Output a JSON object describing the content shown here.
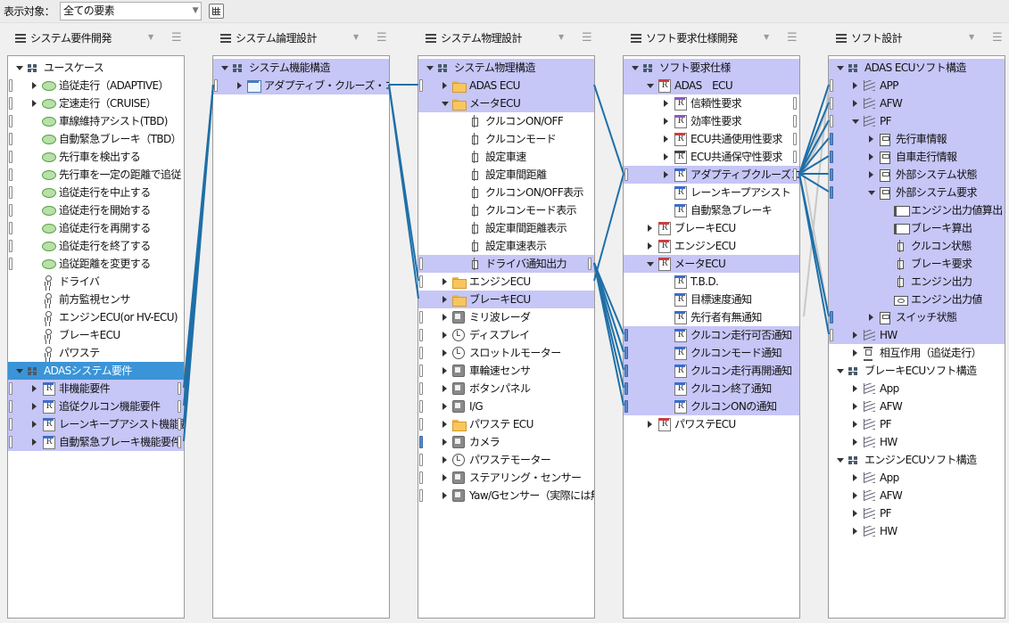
{
  "toolbar": {
    "label": "表示対象：",
    "filter_value": "全ての要素"
  },
  "columns": [
    {
      "title": "システム要件開発",
      "rows": [
        {
          "lv": 0,
          "tw": "e",
          "icon": "pkg",
          "label": "ユースケース"
        },
        {
          "lv": 1,
          "tw": "c",
          "icon": "oval",
          "label": "追従走行（ADAPTIVE）",
          "pin": "l"
        },
        {
          "lv": 1,
          "tw": "c",
          "icon": "oval",
          "label": "定速走行（CRUISE）",
          "pin": "l"
        },
        {
          "lv": 1,
          "icon": "oval",
          "label": "車線維持アシスト(TBD)",
          "pin": "l"
        },
        {
          "lv": 1,
          "icon": "oval",
          "label": "自動緊急ブレーキ（TBD）",
          "pin": "l"
        },
        {
          "lv": 1,
          "icon": "oval",
          "label": "先行車を検出する",
          "pin": "l"
        },
        {
          "lv": 1,
          "icon": "oval",
          "label": "先行車を一定の距離で追従",
          "pin": "l"
        },
        {
          "lv": 1,
          "icon": "oval",
          "label": "追従走行を中止する",
          "pin": "l"
        },
        {
          "lv": 1,
          "icon": "oval",
          "label": "追従走行を開始する",
          "pin": "l"
        },
        {
          "lv": 1,
          "icon": "oval",
          "label": "追従走行を再開する",
          "pin": "l"
        },
        {
          "lv": 1,
          "icon": "oval",
          "label": "追従走行を終了する",
          "pin": "l"
        },
        {
          "lv": 1,
          "icon": "oval",
          "label": "追従距離を変更する",
          "pin": "l"
        },
        {
          "lv": 1,
          "icon": "actor",
          "label": "ドライバ"
        },
        {
          "lv": 1,
          "icon": "actor",
          "label": "前方監視センサ"
        },
        {
          "lv": 1,
          "icon": "actor",
          "label": "エンジンECU(or HV-ECU)"
        },
        {
          "lv": 1,
          "icon": "actor",
          "label": "ブレーキECU"
        },
        {
          "lv": 1,
          "icon": "actor",
          "label": "パワステ"
        },
        {
          "lv": 0,
          "tw": "e",
          "icon": "pkg",
          "label": "ADASシステム要件",
          "sel": "blue"
        },
        {
          "lv": 1,
          "tw": "c",
          "icon": "req b",
          "label": "非機能要件",
          "pin": "lr",
          "sel": "1"
        },
        {
          "lv": 1,
          "tw": "c",
          "icon": "req b",
          "label": "追従クルコン機能要件",
          "pin": "lr",
          "sel": "1"
        },
        {
          "lv": 1,
          "tw": "c",
          "icon": "req b",
          "label": "レーンキープアシスト機能要件",
          "pin": "lr",
          "sel": "1"
        },
        {
          "lv": 1,
          "tw": "c",
          "icon": "req b",
          "label": "自動緊急ブレーキ機能要件",
          "pin": "lr",
          "sel": "1"
        }
      ]
    },
    {
      "title": "システム論理設計",
      "rows": [
        {
          "lv": 0,
          "tw": "e",
          "icon": "pkg",
          "label": "システム機能構造",
          "sel": "1"
        },
        {
          "lv": 1,
          "tw": "c",
          "icon": "func",
          "label": "アダプティブ・クルーズ・コントロール",
          "pin": "l",
          "sel": "1"
        }
      ]
    },
    {
      "title": "システム物理設計",
      "rows": [
        {
          "lv": 0,
          "tw": "e",
          "icon": "pkg",
          "label": "システム物理構造",
          "sel": "1"
        },
        {
          "lv": 1,
          "tw": "c",
          "icon": "folder",
          "label": "ADAS ECU",
          "pin": "l",
          "sel": "1"
        },
        {
          "lv": 1,
          "tw": "e",
          "icon": "folder",
          "label": "メータECU",
          "sel": "1"
        },
        {
          "lv": 2,
          "icon": "port",
          "label": "クルコンON/OFF"
        },
        {
          "lv": 2,
          "icon": "port",
          "label": "クルコンモード"
        },
        {
          "lv": 2,
          "icon": "port",
          "label": "設定車速"
        },
        {
          "lv": 2,
          "icon": "port",
          "label": "設定車間距離"
        },
        {
          "lv": 2,
          "icon": "port",
          "label": "クルコンON/OFF表示"
        },
        {
          "lv": 2,
          "icon": "port",
          "label": "クルコンモード表示"
        },
        {
          "lv": 2,
          "icon": "port",
          "label": "設定車間距離表示"
        },
        {
          "lv": 2,
          "icon": "port",
          "label": "設定車速表示"
        },
        {
          "lv": 2,
          "icon": "port",
          "label": "ドライバ通知出力",
          "pin": "lr",
          "sel": "1"
        },
        {
          "lv": 1,
          "tw": "c",
          "icon": "folder",
          "label": "エンジンECU",
          "pin": "l"
        },
        {
          "lv": 1,
          "tw": "c",
          "icon": "folder",
          "label": "ブレーキECU",
          "sel": "1"
        },
        {
          "lv": 1,
          "tw": "c",
          "icon": "node",
          "label": "ミリ波レーダ",
          "pin": "l"
        },
        {
          "lv": 1,
          "tw": "c",
          "icon": "disp",
          "label": "ディスプレイ",
          "pin": "l"
        },
        {
          "lv": 1,
          "tw": "c",
          "icon": "disp",
          "label": "スロットルモーター",
          "pin": "l"
        },
        {
          "lv": 1,
          "tw": "c",
          "icon": "node",
          "label": "車輪速センサ",
          "pin": "l"
        },
        {
          "lv": 1,
          "tw": "c",
          "icon": "node",
          "label": "ボタンパネル",
          "pin": "l"
        },
        {
          "lv": 1,
          "tw": "c",
          "icon": "node",
          "label": "I/G",
          "pin": "l"
        },
        {
          "lv": 1,
          "tw": "c",
          "icon": "folder",
          "label": "パワステ ECU",
          "pin": "l"
        },
        {
          "lv": 1,
          "tw": "c",
          "icon": "node",
          "label": "カメラ",
          "pin": "lf"
        },
        {
          "lv": 1,
          "tw": "c",
          "icon": "disp",
          "label": "パワステモーター",
          "pin": "l"
        },
        {
          "lv": 1,
          "tw": "c",
          "icon": "node",
          "label": "ステアリング・センサー",
          "pin": "l"
        },
        {
          "lv": 1,
          "tw": "c",
          "icon": "node",
          "label": "Yaw/Gセンサー（実際には無い）",
          "pin": "l"
        }
      ]
    },
    {
      "title": "ソフト要求仕様開発",
      "rows": [
        {
          "lv": 0,
          "tw": "e",
          "icon": "pkg",
          "label": "ソフト要求仕様",
          "sel": "1"
        },
        {
          "lv": 1,
          "tw": "e",
          "icon": "req",
          "label": "ADAS　ECU",
          "sel": "1"
        },
        {
          "lv": 2,
          "tw": "c",
          "icon": "req p",
          "label": "信頼性要求",
          "pin": "r"
        },
        {
          "lv": 2,
          "tw": "c",
          "icon": "req p",
          "label": "効率性要求",
          "pin": "r"
        },
        {
          "lv": 2,
          "tw": "c",
          "icon": "req",
          "label": "ECU共通使用性要求",
          "pin": "r"
        },
        {
          "lv": 2,
          "tw": "c",
          "icon": "req k",
          "label": "ECU共通保守性要求",
          "pin": "r"
        },
        {
          "lv": 2,
          "tw": "c",
          "icon": "req b",
          "label": "アダプティブクルーズコントロール",
          "pin": "lr",
          "sel": "1"
        },
        {
          "lv": 2,
          "icon": "req b",
          "label": "レーンキープアシスト"
        },
        {
          "lv": 2,
          "icon": "req b",
          "label": "自動緊急ブレーキ"
        },
        {
          "lv": 1,
          "tw": "c",
          "icon": "req",
          "label": "ブレーキECU"
        },
        {
          "lv": 1,
          "tw": "c",
          "icon": "req",
          "label": "エンジンECU"
        },
        {
          "lv": 1,
          "tw": "e",
          "icon": "req",
          "label": "メータECU",
          "sel": "1"
        },
        {
          "lv": 2,
          "icon": "req b",
          "label": "T.B.D."
        },
        {
          "lv": 2,
          "icon": "req b",
          "label": "目標速度通知"
        },
        {
          "lv": 2,
          "icon": "req b",
          "label": "先行者有無通知"
        },
        {
          "lv": 2,
          "icon": "req b",
          "label": "クルコン走行可否通知",
          "pin": "lf",
          "sel": "1"
        },
        {
          "lv": 2,
          "icon": "req b",
          "label": "クルコンモード通知",
          "pin": "lf",
          "sel": "1"
        },
        {
          "lv": 2,
          "icon": "req b",
          "label": "クルコン走行再開通知",
          "pin": "lf",
          "sel": "1"
        },
        {
          "lv": 2,
          "icon": "req b",
          "label": "クルコン終了通知",
          "pin": "lf",
          "sel": "1"
        },
        {
          "lv": 2,
          "icon": "req b",
          "label": "クルコンONの通知",
          "pin": "lf",
          "sel": "1"
        },
        {
          "lv": 1,
          "tw": "c",
          "icon": "req",
          "label": "パワステECU"
        }
      ]
    },
    {
      "title": "ソフト設計",
      "rows": [
        {
          "lv": 0,
          "tw": "e",
          "icon": "pkg",
          "label": "ADAS ECUソフト構造",
          "sel": "1"
        },
        {
          "lv": 1,
          "tw": "c",
          "icon": "coil",
          "label": "APP",
          "pin": "l",
          "sel": "1"
        },
        {
          "lv": 1,
          "tw": "c",
          "icon": "coil",
          "label": "AFW",
          "pin": "l",
          "sel": "1"
        },
        {
          "lv": 1,
          "tw": "e",
          "icon": "coil",
          "label": "PF",
          "pin": "l",
          "sel": "1"
        },
        {
          "lv": 2,
          "tw": "c",
          "icon": "sw",
          "label": "先行車情報",
          "pin": "lf",
          "sel": "1"
        },
        {
          "lv": 2,
          "tw": "c",
          "icon": "sw",
          "label": "自車走行情報",
          "pin": "lf",
          "sel": "1"
        },
        {
          "lv": 2,
          "tw": "c",
          "icon": "sw",
          "label": "外部システム状態",
          "pin": "lf",
          "sel": "1"
        },
        {
          "lv": 2,
          "tw": "e",
          "icon": "sw",
          "label": "外部システム要求",
          "pin": "lf",
          "sel": "1"
        },
        {
          "lv": 3,
          "icon": "block",
          "label": "エンジン出力値算出",
          "sel": "1"
        },
        {
          "lv": 3,
          "icon": "block",
          "label": "ブレーキ算出",
          "sel": "1"
        },
        {
          "lv": 3,
          "icon": "port",
          "label": "クルコン状態",
          "sel": "1"
        },
        {
          "lv": 3,
          "icon": "port",
          "label": "ブレーキ要求",
          "sel": "1"
        },
        {
          "lv": 3,
          "icon": "port",
          "label": "エンジン出力",
          "sel": "1"
        },
        {
          "lv": 3,
          "icon": "value",
          "label": "エンジン出力値",
          "sel": "1"
        },
        {
          "lv": 2,
          "tw": "c",
          "icon": "sw",
          "label": "スイッチ状態",
          "pin": "lf",
          "sel": "1"
        },
        {
          "lv": 1,
          "tw": "c",
          "icon": "coil",
          "label": "HW",
          "pin": "l",
          "sel": "1"
        },
        {
          "lv": 1,
          "tw": "c",
          "icon": "inter",
          "label": "相互作用（追従走行）"
        },
        {
          "lv": 0,
          "tw": "e",
          "icon": "pkg",
          "label": "ブレーキECUソフト構造"
        },
        {
          "lv": 1,
          "tw": "c",
          "icon": "coil",
          "label": "App"
        },
        {
          "lv": 1,
          "tw": "c",
          "icon": "coil",
          "label": "AFW"
        },
        {
          "lv": 1,
          "tw": "c",
          "icon": "coil",
          "label": "PF"
        },
        {
          "lv": 1,
          "tw": "c",
          "icon": "coil",
          "label": "HW"
        },
        {
          "lv": 0,
          "tw": "e",
          "icon": "pkg",
          "label": "エンジンECUソフト構造"
        },
        {
          "lv": 1,
          "tw": "c",
          "icon": "coil",
          "label": "App"
        },
        {
          "lv": 1,
          "tw": "c",
          "icon": "coil",
          "label": "AFW"
        },
        {
          "lv": 1,
          "tw": "c",
          "icon": "coil",
          "label": "PF"
        },
        {
          "lv": 1,
          "tw": "c",
          "icon": "coil",
          "label": "HW"
        }
      ]
    }
  ],
  "links": [
    {
      "from": [
        0,
        18
      ],
      "to": [
        1,
        1
      ]
    },
    {
      "from": [
        0,
        19
      ],
      "to": [
        1,
        1
      ]
    },
    {
      "from": [
        0,
        20
      ],
      "to": [
        1,
        1
      ]
    },
    {
      "from": [
        0,
        21
      ],
      "to": [
        1,
        1
      ]
    },
    {
      "from": [
        1,
        1
      ],
      "to": [
        2,
        1
      ]
    },
    {
      "from": [
        1,
        1
      ],
      "to": [
        2,
        12
      ]
    },
    {
      "from": [
        1,
        1
      ],
      "to": [
        2,
        13
      ]
    },
    {
      "from": [
        2,
        1
      ],
      "to": [
        3,
        6
      ]
    },
    {
      "from": [
        2,
        12
      ],
      "to": [
        3,
        6
      ]
    },
    {
      "from": [
        2,
        11
      ],
      "to": [
        3,
        15
      ]
    },
    {
      "from": [
        2,
        11
      ],
      "to": [
        3,
        16
      ]
    },
    {
      "from": [
        2,
        11
      ],
      "to": [
        3,
        17
      ]
    },
    {
      "from": [
        2,
        11
      ],
      "to": [
        3,
        18
      ]
    },
    {
      "from": [
        2,
        11
      ],
      "to": [
        3,
        19
      ]
    },
    {
      "from": [
        3,
        6
      ],
      "to": [
        4,
        1
      ]
    },
    {
      "from": [
        3,
        6
      ],
      "to": [
        4,
        2
      ]
    },
    {
      "from": [
        3,
        6
      ],
      "to": [
        4,
        3
      ]
    },
    {
      "from": [
        3,
        6
      ],
      "to": [
        4,
        4
      ]
    },
    {
      "from": [
        3,
        6
      ],
      "to": [
        4,
        5
      ]
    },
    {
      "from": [
        3,
        6
      ],
      "to": [
        4,
        6
      ]
    },
    {
      "from": [
        3,
        6
      ],
      "to": [
        4,
        7
      ]
    },
    {
      "from": [
        3,
        6
      ],
      "to": [
        4,
        14
      ]
    },
    {
      "from": [
        3,
        6
      ],
      "to": [
        4,
        15
      ]
    }
  ],
  "colors": {
    "selected": "#c6c6f7",
    "selected_blue": "#3b94d7",
    "link": "#1f6fa8",
    "link_faint": "#c8c8c8"
  }
}
